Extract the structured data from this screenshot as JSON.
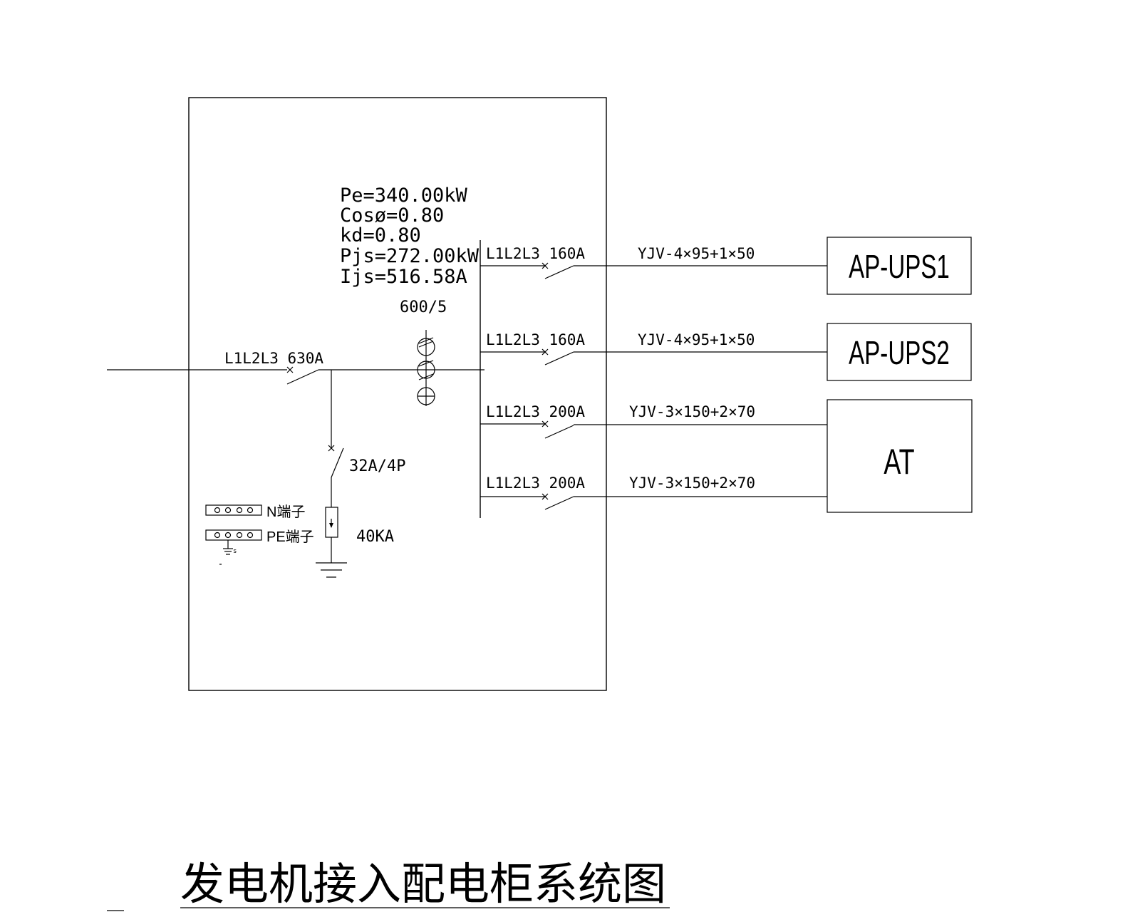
{
  "calc": {
    "pe": "Pe=340.00kW",
    "cos": "Cosø=0.80",
    "kd": "kd=0.80",
    "pjs": "Pjs=272.00kW",
    "ijs": "Ijs=516.58A"
  },
  "ct_ratio": "600/5",
  "incoming": {
    "label": "L1L2L3 630A"
  },
  "spd_branch": {
    "breaker": "32A/4P",
    "spd": "40KA"
  },
  "terminals": {
    "n": "N端子",
    "pe": "PE端子",
    "ground_mark": "s"
  },
  "feeders": [
    {
      "breaker": "L1L2L3 160A",
      "cable": "YJV-4×95+1×50",
      "load": "AP-UPS1"
    },
    {
      "breaker": "L1L2L3 160A",
      "cable": "YJV-4×95+1×50",
      "load": "AP-UPS2"
    },
    {
      "breaker": "L1L2L3 200A",
      "cable": "YJV-3×150+2×70",
      "load": "AT"
    },
    {
      "breaker": "L1L2L3 200A",
      "cable": "YJV-3×150+2×70",
      "load": ""
    }
  ],
  "title": "发电机接入配电柜系统图"
}
